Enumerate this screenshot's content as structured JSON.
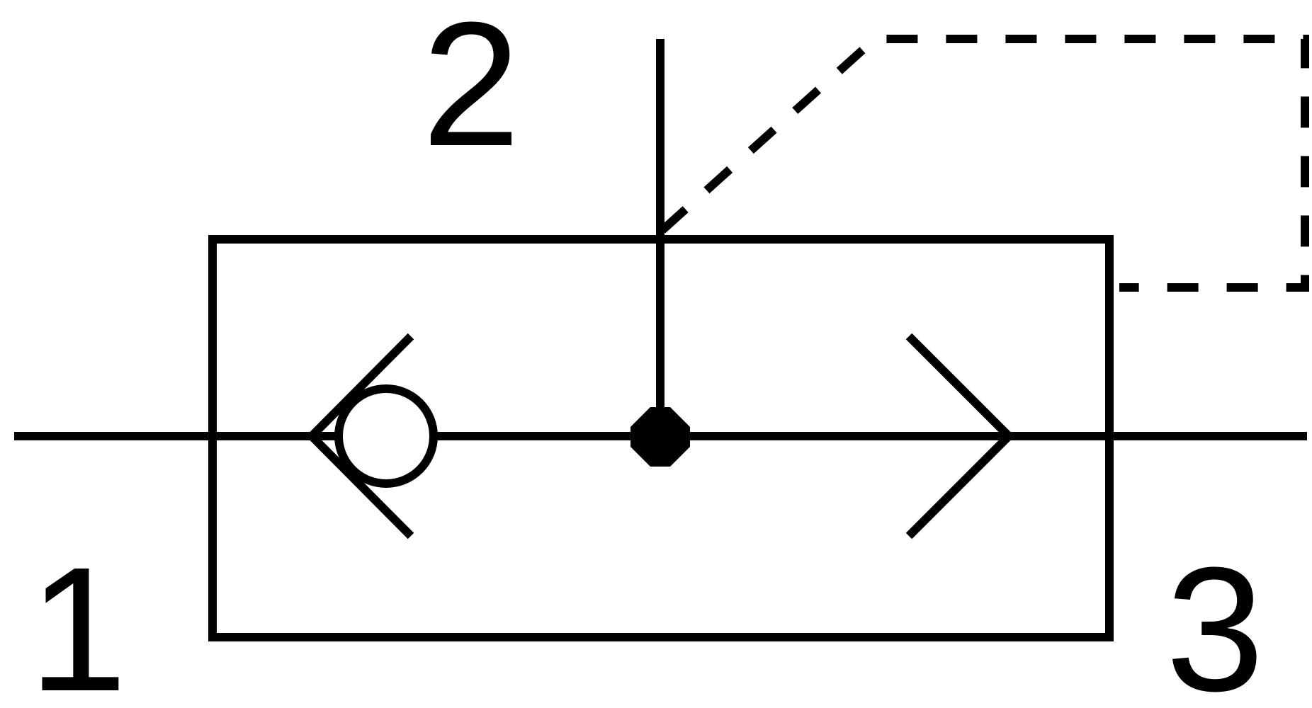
{
  "diagram": {
    "ports": [
      {
        "id": "port-1",
        "label": "1"
      },
      {
        "id": "port-2",
        "label": "2"
      },
      {
        "id": "port-3",
        "label": "3"
      }
    ]
  },
  "colors": {
    "stroke": "#000000",
    "background": "#ffffff"
  }
}
